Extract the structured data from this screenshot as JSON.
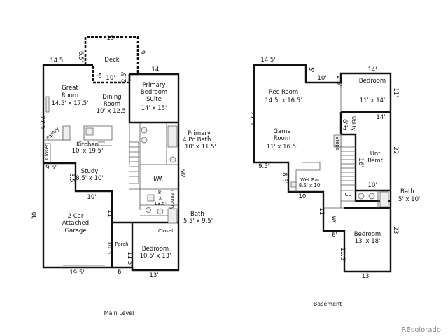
{
  "main_level": {
    "caption": "Main Level",
    "rooms": {
      "deck": "Deck",
      "great_room": [
        "Great",
        "Room",
        "14.5' x 17.5'"
      ],
      "dining_room": [
        "Dining",
        "Room",
        "10' x 12.5'"
      ],
      "primary_suite": [
        "Primary",
        "Bedroom",
        "Suite",
        "14' x 15'"
      ],
      "primary_bath": [
        "Primary",
        "4 Pc  Bath",
        "10' x 11.5'"
      ],
      "pantry": "Pantry",
      "closet": "Closet",
      "kitchen": [
        "Kitchen",
        "10' x 19.5'"
      ],
      "study": [
        "Study",
        "8.5' x 10'"
      ],
      "wi": "W/I",
      "laundry": [
        "8'",
        "x",
        "13.5'",
        "Laundry"
      ],
      "bath": [
        "Bath",
        "5.5' x 9.5'"
      ],
      "closet2": "Closet",
      "garage": [
        "2 Car",
        "Attached",
        "Garage"
      ],
      "porch": "Porch",
      "bedroom": [
        "Bedroom",
        "10.5' x 13'"
      ]
    },
    "dims": [
      "15'",
      "6.5'",
      "9'",
      "14.5'",
      "5'",
      "10'",
      "2.5'",
      "14'",
      "27.5'",
      "9.5'",
      "8.5'",
      "10'",
      "30'",
      "11'",
      "10.5'",
      "11.5'",
      "6'",
      "19.5'",
      "13'",
      "56'"
    ]
  },
  "basement": {
    "caption": "Basement",
    "rooms": {
      "rec_room": [
        "Rec Room",
        "14.5' x 16.5'"
      ],
      "game_room": [
        "Game",
        "Room",
        "11' x 16.5'"
      ],
      "bedroom1": [
        "Bedroom",
        "11' x 14'"
      ],
      "utility": "Utility",
      "steps": "Steps",
      "unf_bsmt": [
        "Unf",
        "Bsmt"
      ],
      "wet_bar": [
        "Wet Bar",
        "8.5' x 10'"
      ],
      "cl": "CL",
      "bath": [
        "Bath",
        "5' x 10'"
      ],
      "wi": "W/I",
      "bedroom2": [
        "Bedroom",
        "13' x 18'"
      ]
    },
    "dims": [
      "14.5'",
      "5'",
      "10'",
      "2.5'",
      "14'",
      "11'",
      "27.5'",
      "6'",
      "4'",
      "14'",
      "16'",
      "22'",
      "9.5'",
      "8.5'",
      "10'",
      "10'",
      "11'",
      "6'",
      "23'",
      "11.5'",
      "13'"
    ]
  },
  "watermark": "REcolorado"
}
